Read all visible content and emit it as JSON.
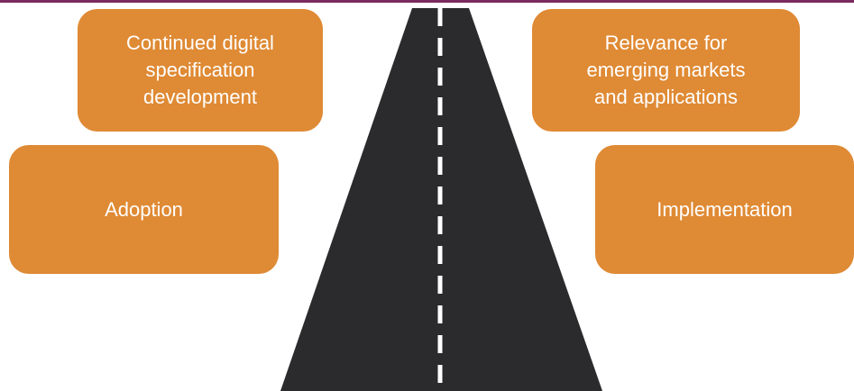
{
  "colors": {
    "box_fill": "#df8a34",
    "box_text": "#ffffff",
    "road": "#2b2b2d",
    "lane_marking": "#ffffff",
    "top_rule": "#7b2a5e"
  },
  "boxes": {
    "continued": {
      "label": "Continued digital\nspecification\ndevelopment"
    },
    "relevance": {
      "label": "Relevance for\nemerging markets\nand applications"
    },
    "adoption": {
      "label": "Adoption"
    },
    "implementation": {
      "label": "Implementation"
    }
  }
}
